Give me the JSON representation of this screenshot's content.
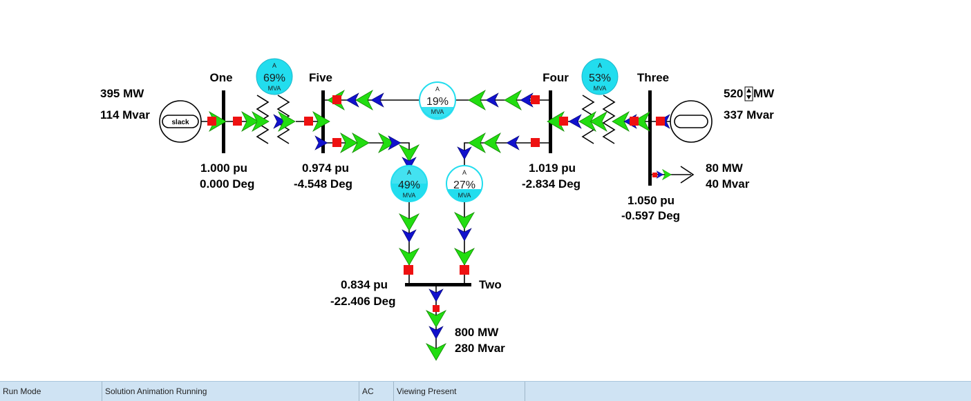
{
  "buses": {
    "one": {
      "name": "One",
      "voltage": "1.000 pu",
      "angle": "0.000 Deg"
    },
    "five": {
      "name": "Five",
      "voltage": "0.974 pu",
      "angle": "-4.548 Deg"
    },
    "four": {
      "name": "Four",
      "voltage": "1.019 pu",
      "angle": "-2.834 Deg"
    },
    "three": {
      "name": "Three",
      "voltage": "1.050 pu",
      "angle": "-0.597 Deg"
    },
    "two": {
      "name": "Two",
      "voltage": "0.834 pu",
      "angle": "-22.406 Deg"
    }
  },
  "generators": {
    "one": {
      "mw": "395 MW",
      "mvar": "114 Mvar",
      "label": "slack"
    },
    "three": {
      "mw_value": "520",
      "mw_unit": "MW",
      "mvar": "337 Mvar"
    }
  },
  "loads": {
    "three": {
      "mw": "80 MW",
      "mvar": "40 Mvar"
    },
    "two": {
      "mw": "800 MW",
      "mvar": "280 Mvar"
    }
  },
  "branch_gauges": {
    "xfmr_one_five": {
      "top": "A",
      "pct": "69%",
      "bottom": "MVA",
      "loading": 0.69
    },
    "xfmr_four_three": {
      "top": "A",
      "pct": "53%",
      "bottom": "MVA",
      "loading": 0.53
    },
    "line_four_five": {
      "top": "A",
      "pct": "19%",
      "bottom": "MVA",
      "loading": 0.19
    },
    "line_five_two": {
      "top": "A",
      "pct": "49%",
      "bottom": "MVA",
      "loading": 0.49
    },
    "line_four_two": {
      "top": "A",
      "pct": "27%",
      "bottom": "MVA",
      "loading": 0.27
    }
  },
  "colors": {
    "bus": "#000000",
    "breaker": "#ee1111",
    "mw_arrow": "#22dd11",
    "mvar_arrow": "#1111cc",
    "gauge_fill": "#22ddee",
    "status_bar": "#cfe3f3"
  },
  "statusbar": {
    "mode": "Run Mode",
    "animation": "Solution Animation Running",
    "solution_type": "AC",
    "viewing": "Viewing Present"
  }
}
